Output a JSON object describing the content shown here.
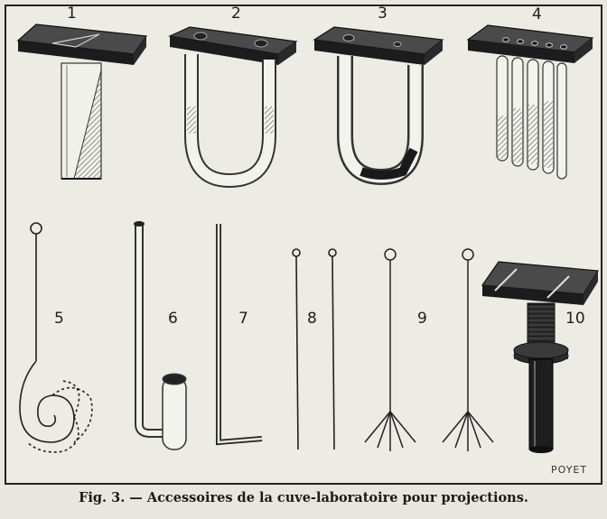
{
  "figure": {
    "labels": [
      "1",
      "2",
      "3",
      "4",
      "5",
      "6",
      "7",
      "8",
      "9",
      "10"
    ],
    "signature": "POYET",
    "caption": "Fig. 3. — Accessoires de la cuve-laboratoire pour projections."
  }
}
